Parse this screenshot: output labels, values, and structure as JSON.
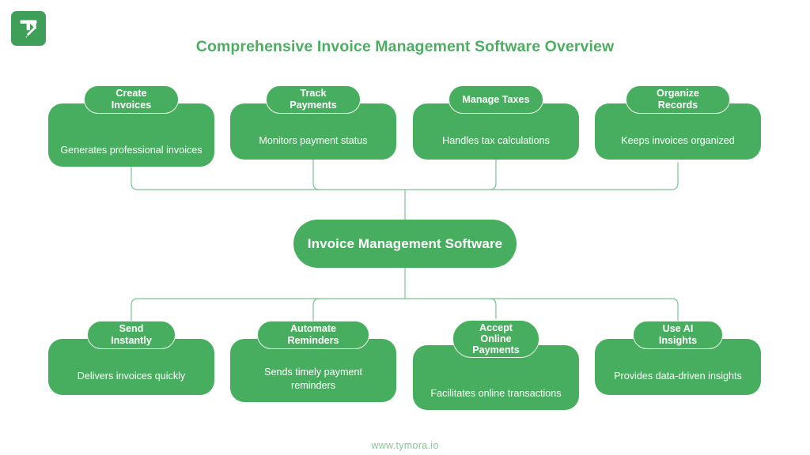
{
  "brand": {
    "logo_icon": "tymora-arrow-logo-icon",
    "logo_color": "#3f9e58"
  },
  "header": {
    "title": "Comprehensive Invoice Management Software Overview",
    "title_color": "#4cae62"
  },
  "footer": {
    "url": "www.tymora.io",
    "color": "#86c79a"
  },
  "theme": {
    "card_green": "#48ae5f",
    "badge_border": "#e9f6ec",
    "connector_green": "#7cc491",
    "text_white": "#ffffff",
    "background": "#ffffff"
  },
  "diagram": {
    "type": "hub-and-spoke org chart",
    "hub": {
      "label": "Invoice Management Software"
    },
    "top_row": [
      {
        "badge": "Create Invoices",
        "description": "Generates professional invoices"
      },
      {
        "badge": "Track Payments",
        "description": "Monitors payment status"
      },
      {
        "badge": "Manage Taxes",
        "description": "Handles tax calculations"
      },
      {
        "badge": "Organize Records",
        "description": "Keeps invoices organized"
      }
    ],
    "bottom_row": [
      {
        "badge": "Send Instantly",
        "description": "Delivers invoices quickly"
      },
      {
        "badge": "Automate Reminders",
        "description": "Sends timely payment reminders"
      },
      {
        "badge": "Accept Online\nPayments",
        "description": "Facilitates online transactions"
      },
      {
        "badge": "Use AI Insights",
        "description": "Provides data-driven insights"
      }
    ]
  }
}
